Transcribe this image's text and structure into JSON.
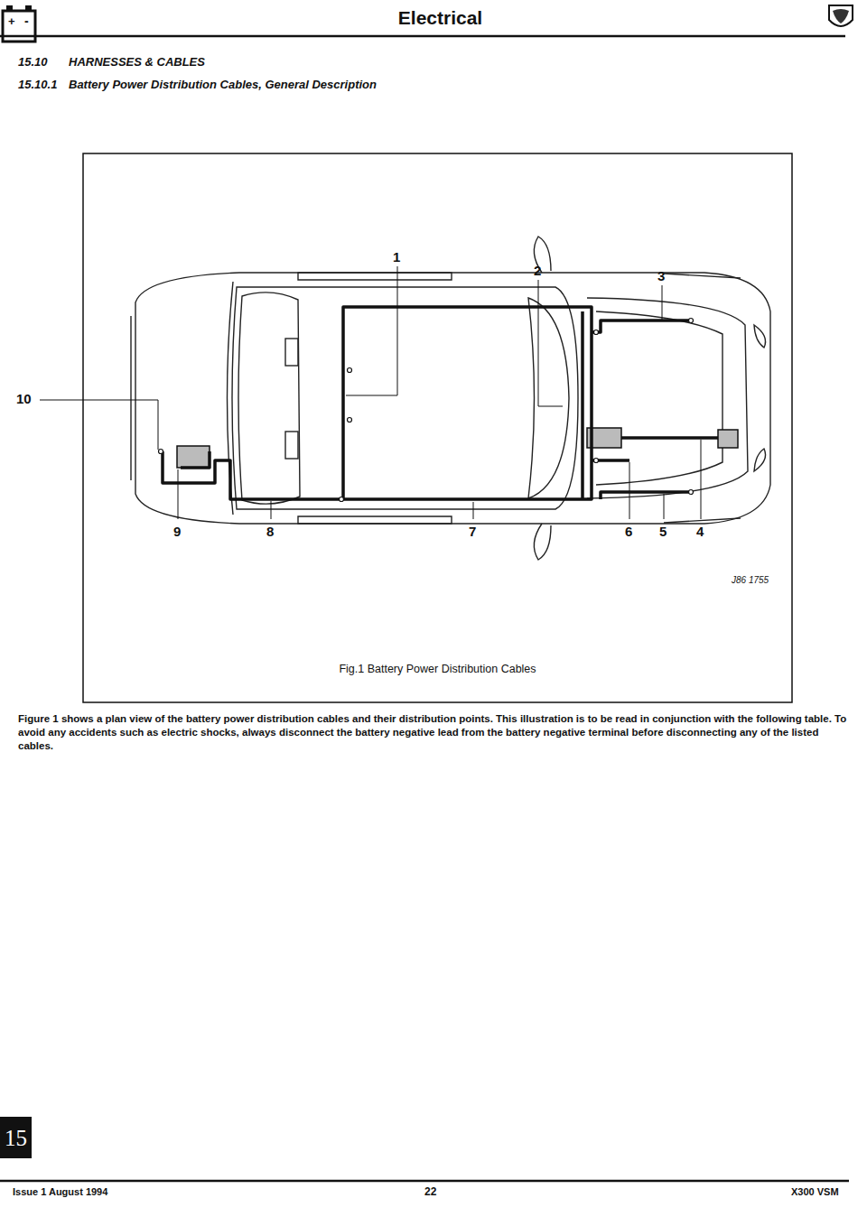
{
  "diagram": {
    "title": "Electrical",
    "caption": "Fig.1 Battery Power Distribution Cables",
    "nodes": [
      {
        "text": [
          "15"
        ]
      }
    ],
    "labels": [
      "+",
      "-",
      "15.10",
      "HARNESSES & CABLES",
      "15.10.1",
      "Battery Power Distribution Cables, General Description",
      "1",
      "2",
      "3",
      "10",
      "9",
      "8",
      "7",
      "6",
      "5",
      "4",
      "J86 1755",
      "Figure 1 shows a plan view of the battery power distribution cables and their distribution points. This illustration is to be read in conjunction with the following table. To avoid any accidents such as electric shocks, always disconnect the battery negative lead from the battery negative terminal before disconnecting any of the listed cables.",
      "Issue 1 August 1994",
      "22",
      "X300 VSM"
    ]
  }
}
